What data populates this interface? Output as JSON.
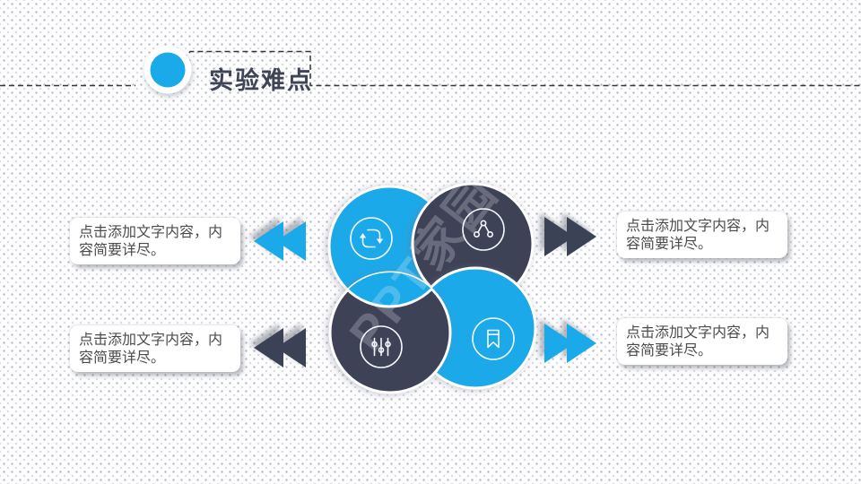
{
  "slide": {
    "title": "实验难点",
    "watermark": "PPT家园"
  },
  "colors": {
    "accent_blue": "#1AA9E9",
    "dark_navy": "#3C4256",
    "title_text": "#3E4557",
    "body_text": "#4B4B4B"
  },
  "placeholders": {
    "top_left": {
      "text": "点击添加文字内容，内容简要详尽。"
    },
    "bottom_left": {
      "text": "点击添加文字内容，内容简要详尽。"
    },
    "top_right": {
      "text": "点击添加文字内容，内容简要详尽。"
    },
    "bottom_right": {
      "text": "点击添加文字内容，内容简要详尽。"
    }
  },
  "diagram": {
    "nodes": [
      {
        "position": "top-left",
        "icon": "swap-arrows-icon",
        "color": "#1AA9E9"
      },
      {
        "position": "top-right",
        "icon": "share-nodes-icon",
        "color": "#3C4256"
      },
      {
        "position": "bottom-left",
        "icon": "sliders-icon",
        "color": "#3C4256"
      },
      {
        "position": "bottom-right",
        "icon": "bookmark-icon",
        "color": "#1AA9E9"
      }
    ]
  },
  "arrows": [
    {
      "position": "left-top",
      "direction": "left",
      "color": "#1AA9E9"
    },
    {
      "position": "left-bottom",
      "direction": "left",
      "color": "#3C4256"
    },
    {
      "position": "right-top",
      "direction": "right",
      "color": "#3C4256"
    },
    {
      "position": "right-bottom",
      "direction": "right",
      "color": "#1AA9E9"
    }
  ]
}
